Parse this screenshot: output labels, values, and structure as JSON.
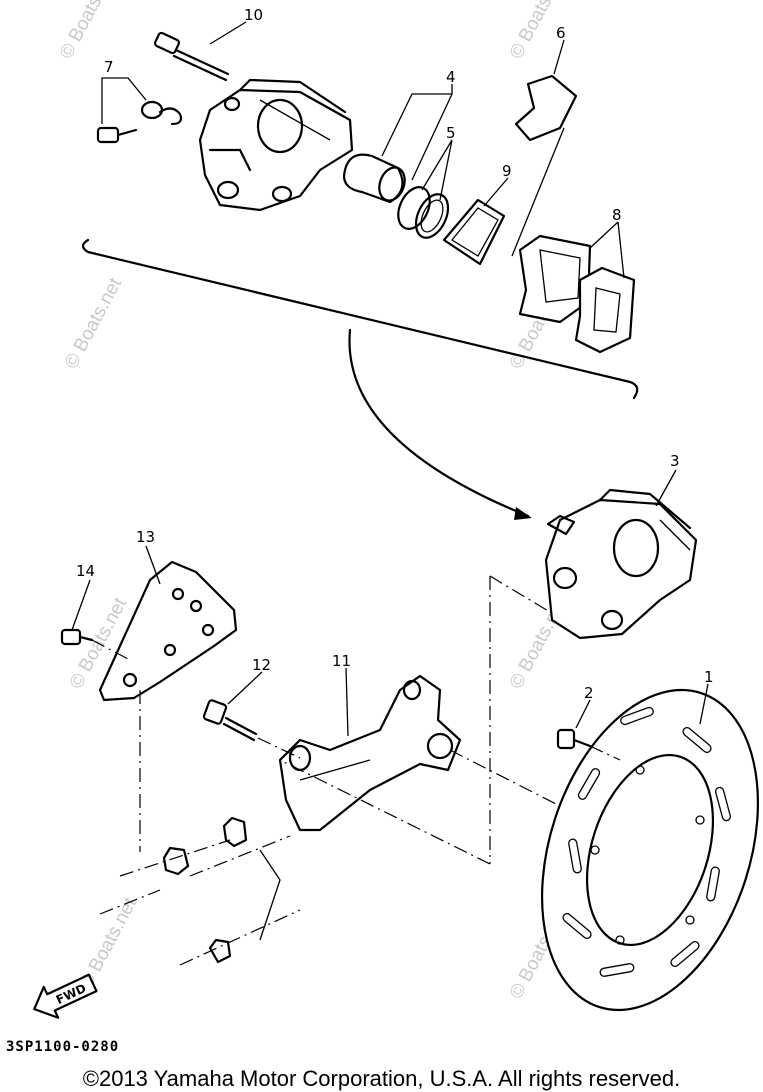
{
  "callouts": {
    "c1": "1",
    "c2": "2",
    "c3": "3",
    "c4": "4",
    "c5": "5",
    "c6": "6",
    "c7": "7",
    "c8": "8",
    "c9": "9",
    "c10": "10",
    "c11": "11",
    "c12": "12",
    "c13": "13",
    "c14": "14"
  },
  "direction_label": "FWD",
  "watermark_text": "© Boats.net",
  "ref_code": "3SP1100-0280",
  "copyright": "©2013 Yamaha Motor Corporation, U.S.A. All rights reserved."
}
